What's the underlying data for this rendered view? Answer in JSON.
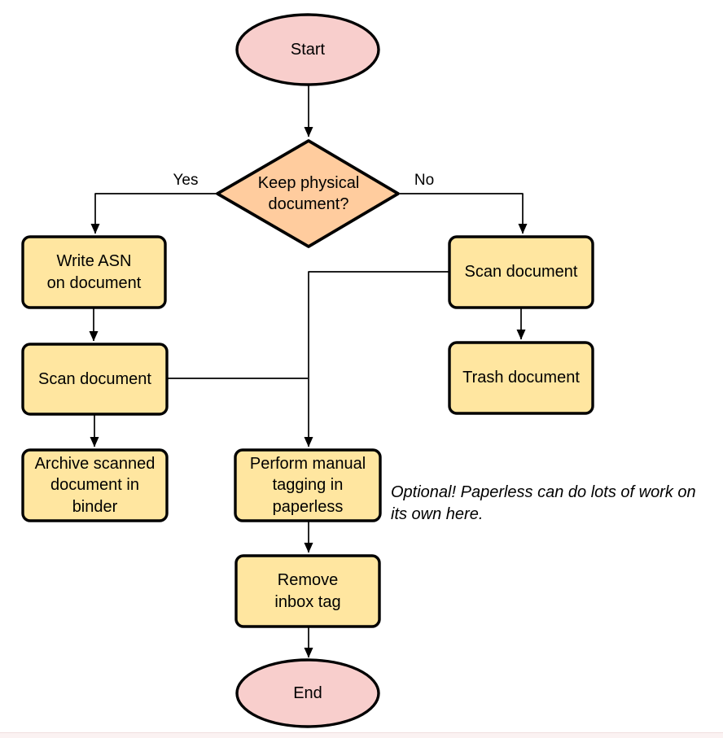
{
  "diagram": {
    "type": "flowchart",
    "topic": "Document scanning / archiving workflow"
  },
  "colors": {
    "terminator_fill": "#f8cecc",
    "decision_fill": "#ffcc9e",
    "process_fill": "#ffe6a0",
    "shape_stroke": "#000000",
    "edge_stroke": "#000000",
    "background": "#ffffff"
  },
  "nodes": {
    "start": {
      "label": "Start"
    },
    "decision": {
      "label": "Keep physical\ndocument?"
    },
    "write_asn": {
      "label": "Write ASN\non document"
    },
    "scan_left": {
      "label": "Scan document"
    },
    "archive": {
      "label": "Archive scanned\ndocument in\nbinder"
    },
    "scan_right": {
      "label": "Scan document"
    },
    "trash": {
      "label": "Trash document"
    },
    "tagging": {
      "label": "Perform manual\ntagging in\npaperless"
    },
    "remove_inbox": {
      "label": "Remove\ninbox tag"
    },
    "end": {
      "label": "End"
    }
  },
  "edge_labels": {
    "yes": "Yes",
    "no": "No"
  },
  "note": {
    "text": "Optional! Paperless can do lots of work on\nits own here."
  }
}
